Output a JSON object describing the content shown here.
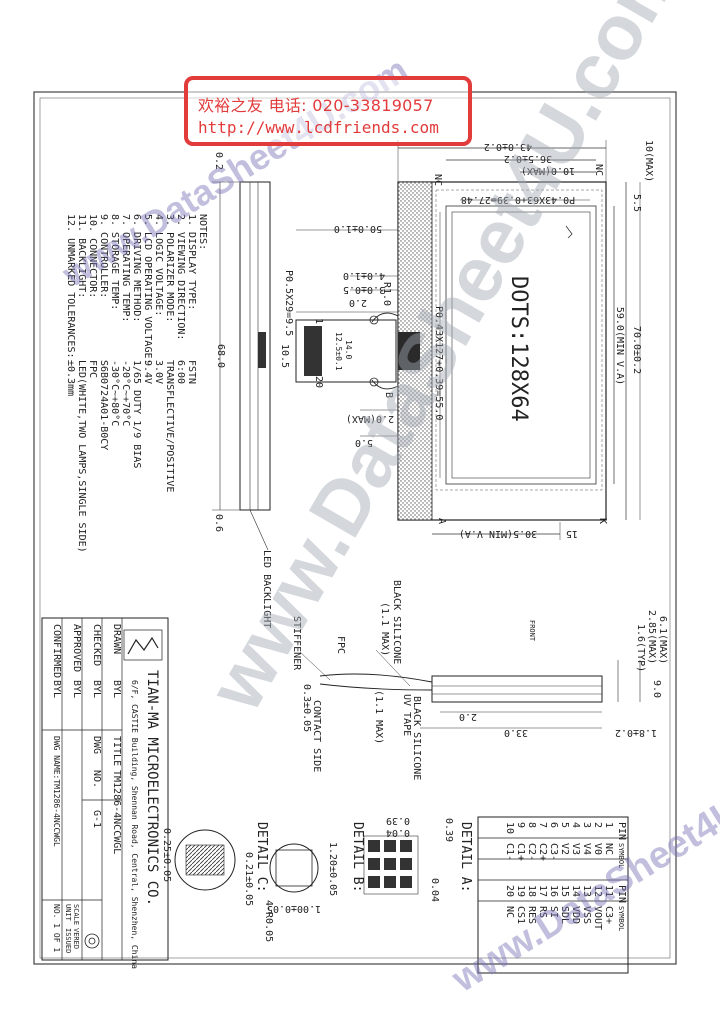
{
  "stamp": {
    "line1": "欢裕之友  电话: 020-33819057",
    "line2": "http://www.lcdfriends.com"
  },
  "watermarks": {
    "large": "www.DataSheet4U.com",
    "top_left": "www.DataSheet4U.com",
    "bottom_right": "www.DataSheet4U.com"
  },
  "notes": {
    "heading": "NOTES:",
    "items": [
      {
        "label": "1. DISPLAY TYPE:",
        "value": "FSTN"
      },
      {
        "label": "2. VIEWING DIRECTION:",
        "value": "6:00"
      },
      {
        "label": "3. POLARIZER MODE:",
        "value": "TRANSFLECTIVE/POSITIVE"
      },
      {
        "label": "4. LOGIC VOLTAGE:",
        "value": "3.0V"
      },
      {
        "label": "5. LCD OPERATING VOLTAGE:",
        "value": "9.4V"
      },
      {
        "label": "6. DRIVING METHOD:",
        "value": "1/65 DUTY   1/9 BIAS"
      },
      {
        "label": "7. OPERATING TEMP:",
        "value": "-20°C~+70°C"
      },
      {
        "label": "8. STORAGE TEMP:",
        "value": "-30°C~+80°C"
      },
      {
        "label": "9. CONTROLLER:",
        "value": "S6B0724A01-B0CY"
      },
      {
        "label": "10. CONNECTOR:",
        "value": "FPC"
      },
      {
        "label": "11. BACKLIGHT:",
        "value": "LED(WHITE,TWO LAMPS,SINGLE SIDE)"
      },
      {
        "label": "12. UNMARKED TOLERANCES:",
        "value": "±0.3mm"
      }
    ]
  },
  "dimensions": {
    "outline_w": "43.0±0.2",
    "va_w": "36.5±0.2",
    "aa_w": "10.0(MAX)",
    "pitch_top": "P0.43X63+0.39=27.48",
    "aa_h_min": "59.0(MIN V.A)",
    "outline_h": "70.0±0.2",
    "pitch_side": "P0.43X127+0.39=55.0",
    "va_w_bottom": "30.5(MIN V.A)",
    "dim_15": "15",
    "dim_55": "5.5",
    "dim_10max": "10(MAX)",
    "dots": "DOTS:128X64",
    "nc_left": "NC",
    "nc_right": "NC",
    "pin_a": "A",
    "pin_k": "K",
    "dim_50": "50.0±1.0",
    "dim_40": "4.0±1.0",
    "dim_30": "3.0±0.5",
    "dim_20": "2.0",
    "dim_20max": "2.0(MAX)",
    "dim_5": "5.0",
    "fpc_pitch": "P0.5X29=9.5",
    "dim_105": "10.5",
    "fpc_w": "12.5±0.1",
    "dim_14": "14.0",
    "pin1": "1",
    "pin20": "20",
    "dim_r10": "R1.0",
    "detail_b_ref": "B",
    "side_len": "68.0",
    "side_thick": "0.2",
    "dim_06": "0.6",
    "led_backlight": "LED BACKLIGHT",
    "black_silicone_top": "BLACK SILICONE",
    "silicone_max_top": "(1.1 MAX)",
    "black_silicone_bot": "BLACK SILICONE",
    "silicone_max_bot": "(1.1 MAX)",
    "uv_tape": "UV TAPE",
    "stiffener": "STIFFENER",
    "fpc": "FPC",
    "contact_side": "CONTACT SIDE",
    "dim_03": "0.3±0.05",
    "front": "FRONT",
    "dim_61": "6.1(MAX)",
    "dim_285": "2.85(MAX)",
    "dim_16": "1.6(TYP)",
    "dim_90": "9.0",
    "dim_20b": "2.0",
    "dim_33": "33.0",
    "dim_18": "1.8±0.2"
  },
  "details": {
    "detail_a": "DETAIL A:",
    "detail_b": "DETAIL B:",
    "detail_c": "DETAIL C:",
    "a_039": "0.39",
    "a_004": "0.04",
    "a_039b": "0.39",
    "a_004b": "0.04",
    "b_120": "1.20±0.05",
    "b_100": "1.00±0.05",
    "b_r005": "4-R0.05",
    "c_025": "0.25±0.05",
    "c_021": "0.21±0.05"
  },
  "pin_table": {
    "header": [
      "PIN",
      "SYMBOL",
      "PIN",
      "SYMBOL"
    ],
    "rows": [
      [
        "1",
        "NC",
        "11",
        "C3+"
      ],
      [
        "2",
        "V0",
        "12",
        "VOUT"
      ],
      [
        "3",
        "V4",
        "13",
        "VSS"
      ],
      [
        "4",
        "V3",
        "14",
        "VDD"
      ],
      [
        "5",
        "V2",
        "15",
        "SDL"
      ],
      [
        "6",
        "C3-",
        "16",
        "SI"
      ],
      [
        "7",
        "C2+",
        "17",
        "RS"
      ],
      [
        "8",
        "C2-",
        "18",
        "RES"
      ],
      [
        "9",
        "C1+",
        "19",
        "CS1"
      ],
      [
        "10",
        "C1-",
        "20",
        "NC"
      ]
    ]
  },
  "title_block": {
    "company": "TIAN-MA MICROELECTRONICS CO.",
    "address": "6/F, CASTIE Building, Shennan Road, Central, Shenzhen, China",
    "drawn": "DRAWN",
    "drawn_by": "BYL",
    "checked": "CHECKED",
    "checked_by": "BYL",
    "approved": "APPROVED",
    "approved_by": "BYL",
    "confirmed": "CONFIRMED",
    "confirmed_by": "BYL",
    "title_label": "TITLE",
    "title_value": "TM1286-4NCCWGL",
    "dwg_label": "DWG",
    "dwg_no_label": "NO.",
    "dwg_no": "G-1",
    "dwg_name": "DWG NAME:TM1286-4NCCWGL",
    "issued": "ISSUED",
    "sheet": "NO. 1 OF 1",
    "scale": "SCALE",
    "unit": "UNIT",
    "vered": "VERED"
  }
}
